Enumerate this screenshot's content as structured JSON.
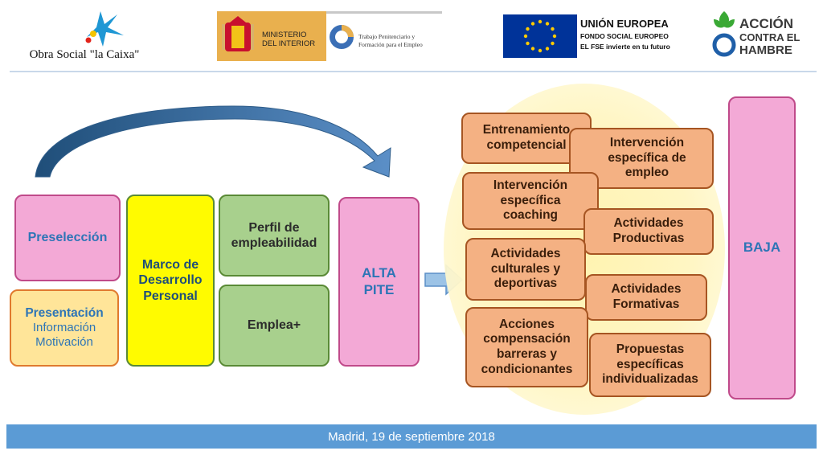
{
  "header": {
    "lacaixa_text": "Obra Social \"la Caixa\"",
    "ministerio_line1": "MINISTERIO",
    "ministerio_line2": "DEL INTERIOR",
    "tpfe_line1": "Trabajo Penitenciario y",
    "tpfe_line2": "Formación para el Empleo",
    "ue_title": "UNIÓN EUROPEA",
    "ue_sub": "FONDO SOCIAL EUROPEO",
    "ue_motto": "EL FSE invierte en tu futuro",
    "ach_line1": "ACCIÓN",
    "ach_line2": "CONTRA EL",
    "ach_line3": "HAMBRE"
  },
  "diagram": {
    "preseleccion": "Preselección",
    "presentacion_title": "Presentación",
    "presentacion_line1": "Información",
    "presentacion_line2": "Motivación",
    "marco_line1": "Marco de",
    "marco_line2": "Desarrollo",
    "marco_line3": "Personal",
    "perfil_line1": "Perfil de",
    "perfil_line2": "empleabilidad",
    "emplea": "Emplea+",
    "alta_line1": "ALTA",
    "alta_line2": "PITE",
    "baja": "BAJA",
    "activities": {
      "entrenamiento_1": "Entrenamiento",
      "entrenamiento_2": "competencial",
      "int_coaching_1": "Intervención",
      "int_coaching_2": "específica",
      "int_coaching_3": "coaching",
      "culturales_1": "Actividades",
      "culturales_2": "culturales y",
      "culturales_3": "deportivas",
      "acciones_1": "Acciones",
      "acciones_2": "compensación",
      "acciones_3": "barreras y",
      "acciones_4": "condicionantes",
      "int_empleo_1": "Intervención",
      "int_empleo_2": "específica de",
      "int_empleo_3": "empleo",
      "productivas_1": "Actividades",
      "productivas_2": "Productivas",
      "formativas_1": "Actividades",
      "formativas_2": "Formativas",
      "propuestas_1": "Propuestas",
      "propuestas_2": "específicas",
      "propuestas_3": "individualizadas"
    }
  },
  "footer": {
    "text": "Madrid, 19 de septiembre 2018"
  },
  "colors": {
    "pink": "#f3a9d6",
    "yellow": "#fffb00",
    "green": "#a8d08d",
    "orange": "#f4b183",
    "footer_blue": "#5b9bd5",
    "title_blue": "#2e75b6"
  }
}
